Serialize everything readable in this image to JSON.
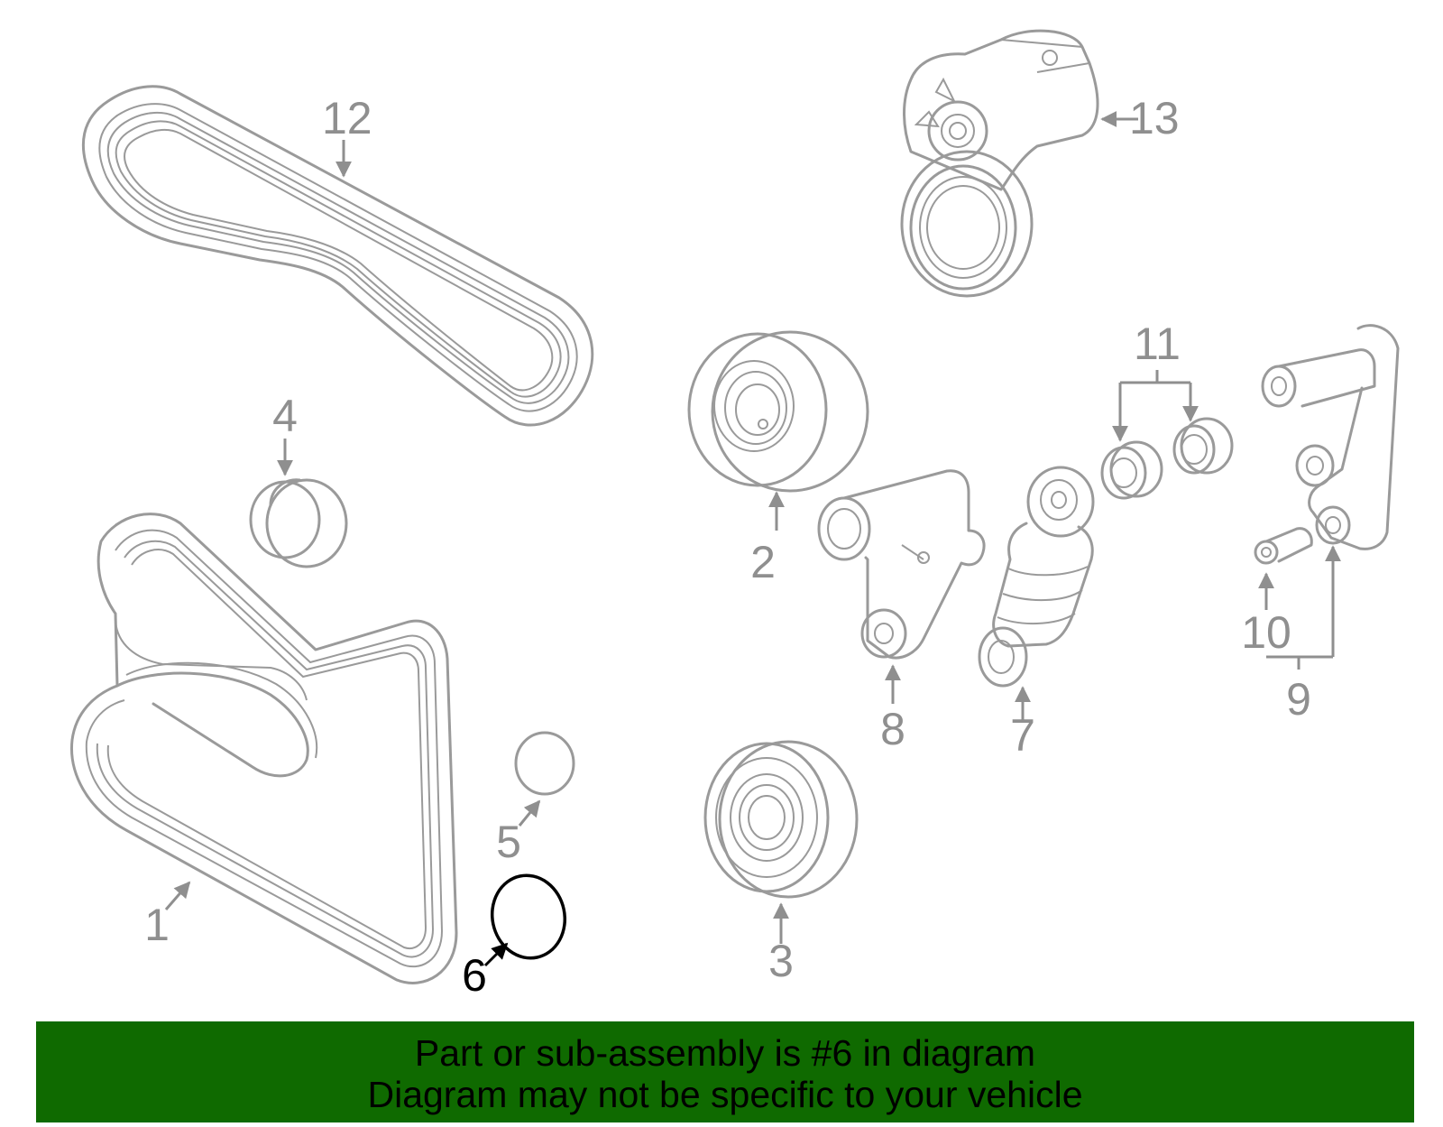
{
  "callouts": {
    "p1": "1",
    "p2": "2",
    "p3": "3",
    "p4": "4",
    "p5": "5",
    "p6": "6",
    "p7": "7",
    "p8": "8",
    "p9": "9",
    "p10": "10",
    "p11": "11",
    "p12": "12",
    "p13": "13"
  },
  "highlighted_part": "6",
  "banner": {
    "line1": "Part or sub-assembly is #6 in diagram",
    "line2": "Diagram may not be specific to your vehicle"
  },
  "colors": {
    "part_stroke": "#9a9a9a",
    "highlight": "#000000",
    "banner_bg": "#0f6a00"
  }
}
